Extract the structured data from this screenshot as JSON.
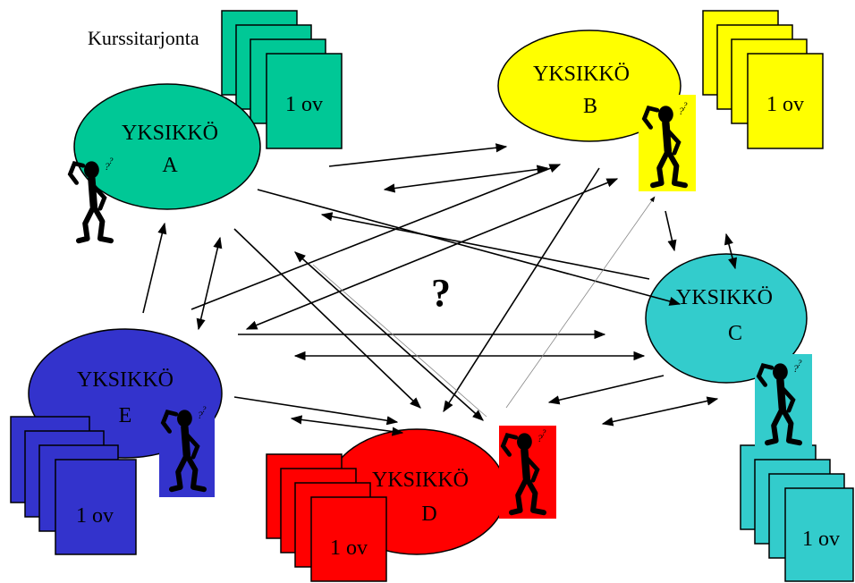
{
  "title": "Kurssitarjonta",
  "center_mark": "?",
  "units": [
    {
      "name": "YKSIKKÖ",
      "letter": "A",
      "color": "#00C896",
      "card_label": "1 ov"
    },
    {
      "name": "YKSIKKÖ",
      "letter": "B",
      "color": "#FFFF00",
      "card_label": "1 ov"
    },
    {
      "name": "YKSIKKÖ",
      "letter": "C",
      "color": "#33CCCC",
      "card_label": "1 ov"
    },
    {
      "name": "YKSIKKÖ",
      "letter": "D",
      "color": "#FF0000",
      "card_label": "1 ov"
    },
    {
      "name": "YKSIKKÖ",
      "letter": "E",
      "color": "#3333CC",
      "card_label": "1 ov"
    }
  ],
  "icons": {
    "figure": "thinking-person-icon",
    "stack": "document-stack-icon"
  }
}
